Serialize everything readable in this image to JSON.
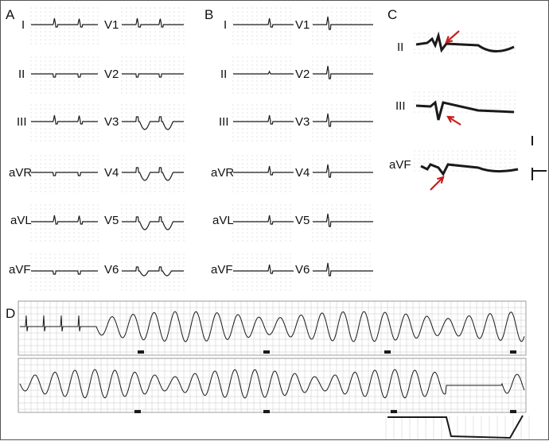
{
  "panels": {
    "A": {
      "label": "A",
      "leads_left": [
        "I",
        "II",
        "III",
        "aVR",
        "aVL",
        "aVF"
      ],
      "leads_right": [
        "V1",
        "V2",
        "V3",
        "V4",
        "V5",
        "V6"
      ]
    },
    "B": {
      "label": "B",
      "leads_left": [
        "I",
        "II",
        "III",
        "aVR",
        "aVL",
        "aVF"
      ],
      "leads_right": [
        "V1",
        "V2",
        "V3",
        "V4",
        "V5",
        "V6"
      ]
    },
    "C": {
      "label": "C",
      "leads": [
        "II",
        "III",
        "aVF"
      ]
    },
    "D": {
      "label": "D"
    }
  },
  "colors": {
    "trace": "#1a1a1a",
    "grid": "#c8c8c8",
    "arrow": "#c81e1e"
  }
}
